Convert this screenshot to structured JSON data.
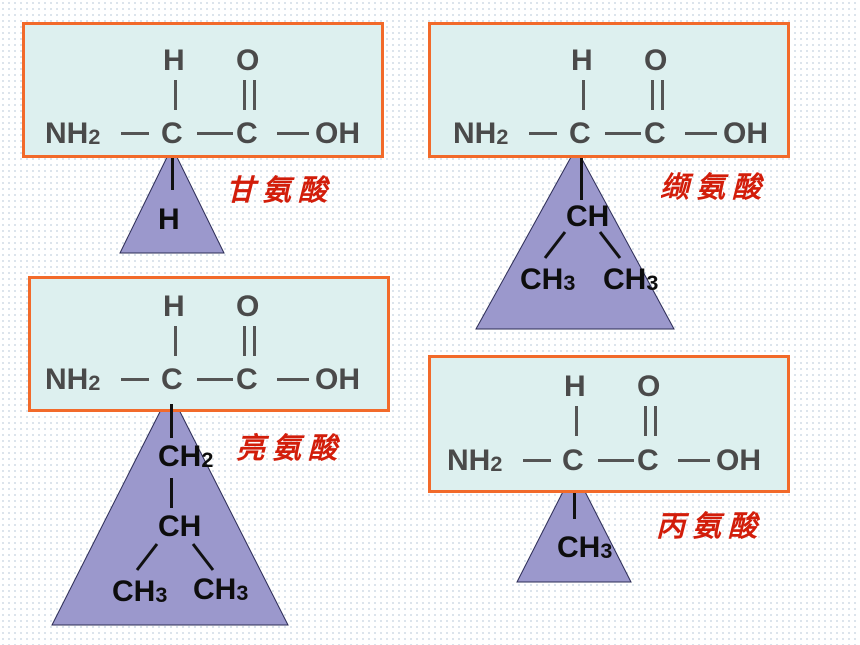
{
  "core": {
    "h": "H",
    "o": "O",
    "nh": "NH",
    "two": "2",
    "c": "C",
    "oh": "OH"
  },
  "amino_acids": [
    {
      "name": "甘氨酸",
      "side_chain": {
        "h": "H"
      }
    },
    {
      "name": "缬氨酸",
      "side_chain": {
        "ch": "CH",
        "ch3a": "CH",
        "ch3b": "CH",
        "three": "3"
      }
    },
    {
      "name": "亮氨酸",
      "side_chain": {
        "ch2": "CH",
        "two": "2",
        "ch": "CH",
        "ch3a": "CH",
        "ch3b": "CH",
        "three": "3"
      }
    },
    {
      "name": "丙氨酸",
      "side_chain": {
        "ch3": "CH",
        "three": "3"
      }
    }
  ],
  "colors": {
    "box_fill": "#ddf0ef",
    "box_border": "#f26a2a",
    "triangle_fill": "#9b98cc",
    "name_text": "#d21d0a"
  }
}
